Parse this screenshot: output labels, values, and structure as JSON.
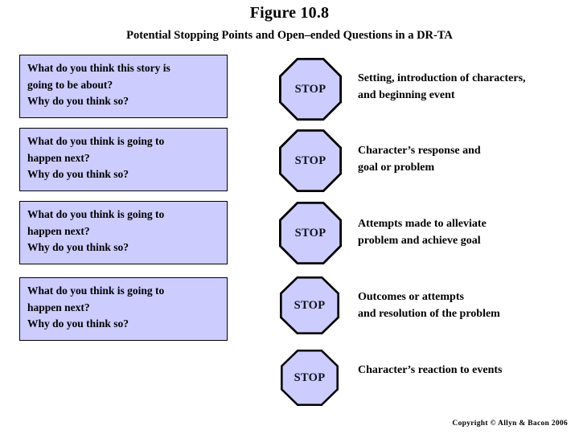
{
  "figure": {
    "title": "Figure 10.8",
    "subtitle": "Potential Stopping Points and Open–ended Questions in a DR-TA",
    "background_color": "#ffffff",
    "shape_fill_color": "#ccccff",
    "shape_border_color": "#000000",
    "text_color": "#000000"
  },
  "questions": [
    {
      "lines": [
        "What do you think this story is",
        "going to be about?",
        "Why do you think so?"
      ]
    },
    {
      "lines": [
        "What do you think is going to",
        "happen next?",
        "Why do you think so?"
      ]
    },
    {
      "lines": [
        "What do you think is going to",
        "happen next?",
        "Why do you think so?"
      ]
    },
    {
      "lines": [
        "What do you think is going to",
        "happen next?",
        "Why do you think so?"
      ]
    }
  ],
  "stops": [
    {
      "label": "STOP"
    },
    {
      "label": "STOP"
    },
    {
      "label": "STOP"
    },
    {
      "label": "STOP"
    },
    {
      "label": "STOP"
    }
  ],
  "descriptions": [
    {
      "lines": [
        "Setting, introduction of characters,",
        "and beginning event"
      ]
    },
    {
      "lines": [
        "Character’s response and",
        "goal or problem"
      ]
    },
    {
      "lines": [
        "Attempts made to alleviate",
        "problem and achieve goal"
      ]
    },
    {
      "lines": [
        "Outcomes or attempts",
        "and resolution of the problem"
      ]
    },
    {
      "lines": [
        "Character’s reaction to events"
      ]
    }
  ],
  "footer": {
    "copyright": "Copyright ©  Allyn & Bacon 2006"
  }
}
